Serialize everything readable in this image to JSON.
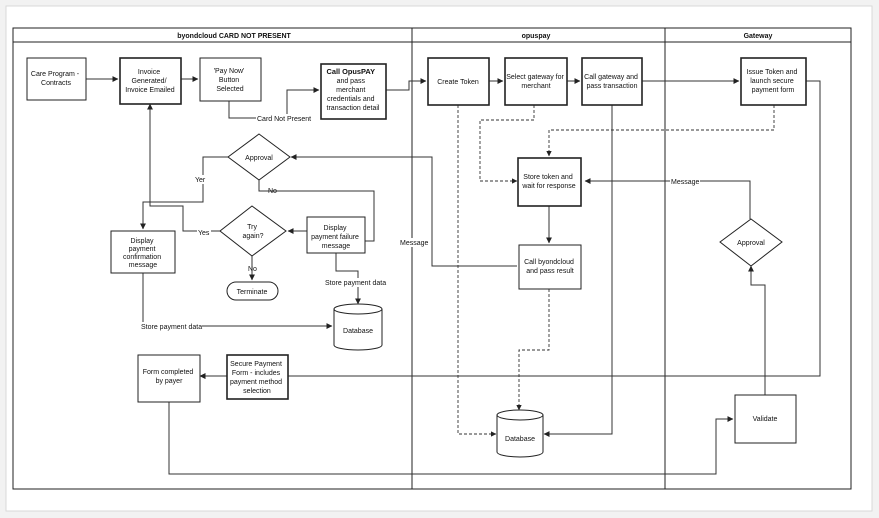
{
  "lanes": {
    "byondcloud": "byondcloud CARD NOT PRESENT",
    "opuspay": "opuspay",
    "gateway": "Gateway"
  },
  "nodes": {
    "care_program": [
      "Care Program -",
      "Contracts"
    ],
    "invoice": [
      "Invoice",
      "Generated/",
      "Invoice Emailed"
    ],
    "pay_now": [
      "'Pay Now'",
      "Button",
      "Selected"
    ],
    "call_opuspay": [
      "Call OpusPAY",
      "and pass",
      "merchant",
      "credentials and",
      "transaction detail"
    ],
    "create_token": [
      "Create Token"
    ],
    "select_gateway": [
      "Select gateway for",
      "merchant"
    ],
    "call_gateway": [
      "Call gateway and",
      "pass transaction"
    ],
    "issue_token": [
      "Issue Token and",
      "launch secure",
      "payment form"
    ],
    "approval_1": [
      "Approval"
    ],
    "store_token": [
      "Store token and",
      "wait for response"
    ],
    "try_again": [
      "Try",
      "again?"
    ],
    "display_failure": [
      "Display",
      "payment failure",
      "message"
    ],
    "display_confirm": [
      "Display",
      "payment",
      "confirmation",
      "message"
    ],
    "terminate": [
      "Terminate"
    ],
    "call_byondcloud": [
      "Call byondcloud",
      "and pass result"
    ],
    "approval_2": [
      "Approval"
    ],
    "database_1": [
      "Database"
    ],
    "database_2": [
      "Database"
    ],
    "secure_form": [
      "Secure Payment",
      "Form - includes",
      "payment method",
      "selection"
    ],
    "form_completed": [
      "Form completed",
      "by payer"
    ],
    "validate": [
      "Validate"
    ]
  },
  "edge_labels": {
    "card_not_present": "Card Not Present",
    "yer": "Yer",
    "no_1": "No",
    "yes": "Yes",
    "no_2": "No",
    "store_payment_data_1": "Store payment data",
    "store_payment_data_2": "Store payment data",
    "message_left": "Message",
    "message_right": "Message"
  }
}
